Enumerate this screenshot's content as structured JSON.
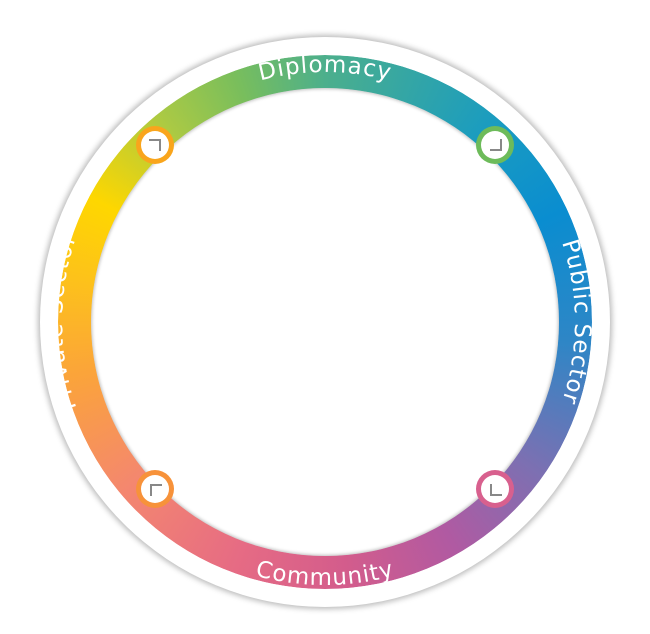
{
  "segments": [
    {
      "label": "Diplomacy"
    },
    {
      "label": "Public Sector"
    },
    {
      "label": "Community"
    },
    {
      "label": "Private Sector"
    }
  ],
  "badges": [
    {
      "position": "top-left",
      "icon": "corner-bracket-icon",
      "color": "#f9a51c"
    },
    {
      "position": "top-right",
      "icon": "corner-bracket-icon",
      "color": "#6dbb5a"
    },
    {
      "position": "bottom-right",
      "icon": "corner-bracket-icon",
      "color": "#d8608e"
    },
    {
      "position": "bottom-left",
      "icon": "corner-bracket-icon",
      "color": "#f7923a"
    }
  ]
}
